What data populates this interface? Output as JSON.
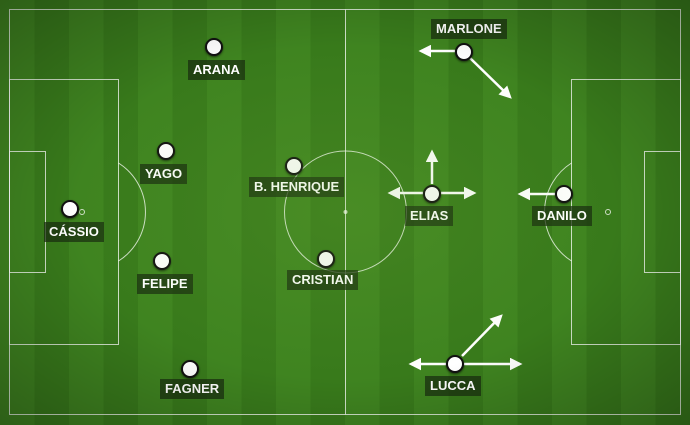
{
  "players": {
    "cassio": {
      "name": "CÁSSIO"
    },
    "yago": {
      "name": "YAGO"
    },
    "felipe": {
      "name": "FELIPE"
    },
    "fagner": {
      "name": "FAGNER"
    },
    "arana": {
      "name": "ARANA"
    },
    "henrique": {
      "name": "B. HENRIQUE"
    },
    "cristian": {
      "name": "CRISTIAN"
    },
    "marlone": {
      "name": "MARLONE"
    },
    "elias": {
      "name": "ELIAS"
    },
    "danilo": {
      "name": "DANILO"
    },
    "lucca": {
      "name": "LUCCA"
    }
  },
  "colors": {
    "pitch_light": "#3f8420",
    "pitch_dark": "#387a1b",
    "lines": "#ffffff",
    "label_bg": "#192d0f"
  }
}
